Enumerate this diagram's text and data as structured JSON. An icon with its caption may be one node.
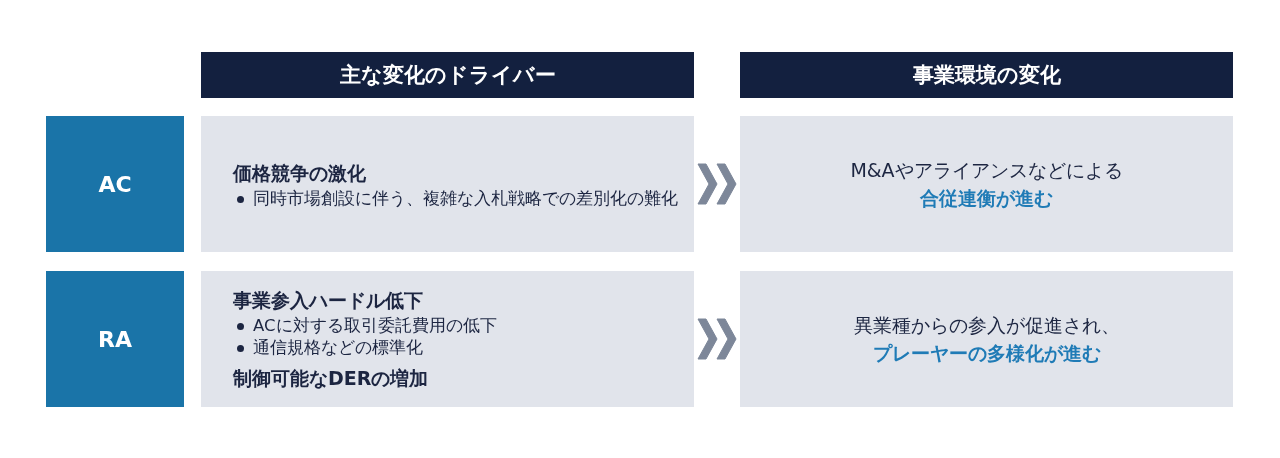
{
  "diagram": {
    "nodes": [
      {
        "text": [
          "主な変化のドライバー"
        ]
      },
      {
        "text": [
          "事業環境の変化"
        ]
      },
      {
        "text": [
          "AC"
        ]
      },
      {
        "text": [
          "価格競争の激化",
          "同時市場創設に伴う、複雑な入札戦略での差別化の難化"
        ]
      },
      {
        "text": [
          "M&Aやアライアンスなどによる",
          "合従連衡が進む"
        ]
      },
      {
        "text": [
          "RA"
        ]
      },
      {
        "text": [
          "事業参入ハードル低下",
          "ACに対する取引委託費用の低下",
          "通信規格などの標準化",
          "制御可能なDERの増加"
        ]
      },
      {
        "text": [
          "異業種からの参入が促進され、",
          "プレーヤーの多様化が進む"
        ]
      }
    ],
    "edges": [
      {
        "from": 3,
        "to": 4,
        "arrow": "to"
      },
      {
        "from": 6,
        "to": 7,
        "arrow": "to"
      }
    ]
  }
}
